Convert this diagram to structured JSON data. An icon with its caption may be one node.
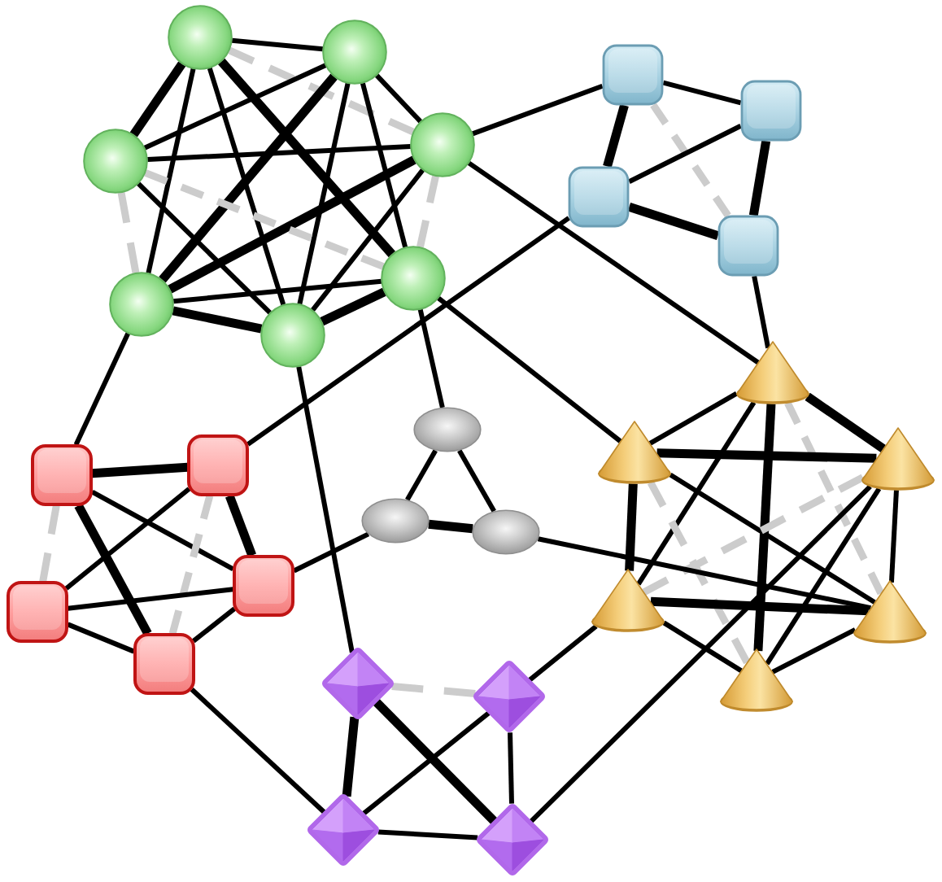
{
  "diagram": {
    "nodes": [
      {
        "text": [],
        "shape": "circle"
      },
      {
        "text": [],
        "shape": "circle"
      },
      {
        "text": [],
        "shape": "circle"
      },
      {
        "text": [],
        "shape": "circle"
      },
      {
        "text": [],
        "shape": "circle"
      },
      {
        "text": [],
        "shape": "circle"
      },
      {
        "text": [],
        "shape": "circle"
      },
      {
        "text": [],
        "shape": "box"
      },
      {
        "text": [],
        "shape": "box"
      },
      {
        "text": [],
        "shape": "box"
      },
      {
        "text": [],
        "shape": "box"
      },
      {
        "text": [],
        "shape": "box"
      },
      {
        "text": [],
        "shape": "box"
      },
      {
        "text": [],
        "shape": "box"
      },
      {
        "text": [],
        "shape": "box"
      },
      {
        "text": [],
        "shape": "box"
      },
      {
        "text": [],
        "shape": "ellipse"
      },
      {
        "text": [],
        "shape": "ellipse"
      },
      {
        "text": [],
        "shape": "ellipse"
      },
      {
        "text": [],
        "shape": "cone"
      },
      {
        "text": [],
        "shape": "cone"
      },
      {
        "text": [],
        "shape": "cone"
      },
      {
        "text": [],
        "shape": "cone"
      },
      {
        "text": [],
        "shape": "cone"
      },
      {
        "text": [],
        "shape": "cone"
      },
      {
        "text": [],
        "shape": "diamond"
      },
      {
        "text": [],
        "shape": "diamond"
      },
      {
        "text": [],
        "shape": "diamond"
      },
      {
        "text": [],
        "shape": "diamond"
      }
    ],
    "edges": [
      {
        "from": 0,
        "to": 1,
        "arrow": "none"
      },
      {
        "from": 0,
        "to": 2,
        "arrow": "none",
        "style": "dashed",
        "color": "#cccccc"
      },
      {
        "from": 0,
        "to": 3,
        "arrow": "none",
        "style": "thick"
      },
      {
        "from": 0,
        "to": 4,
        "arrow": "none",
        "style": "thick"
      },
      {
        "from": 0,
        "to": 5,
        "arrow": "none"
      },
      {
        "from": 0,
        "to": 6,
        "arrow": "none"
      },
      {
        "from": 1,
        "to": 2,
        "arrow": "none"
      },
      {
        "from": 1,
        "to": 3,
        "arrow": "none"
      },
      {
        "from": 1,
        "to": 4,
        "arrow": "none"
      },
      {
        "from": 1,
        "to": 5,
        "arrow": "none",
        "style": "thick"
      },
      {
        "from": 1,
        "to": 6,
        "arrow": "none"
      },
      {
        "from": 2,
        "to": 3,
        "arrow": "none"
      },
      {
        "from": 2,
        "to": 4,
        "arrow": "none",
        "style": "dashed",
        "color": "#cccccc"
      },
      {
        "from": 2,
        "to": 5,
        "arrow": "none",
        "style": "thick"
      },
      {
        "from": 2,
        "to": 6,
        "arrow": "none"
      },
      {
        "from": 3,
        "to": 4,
        "arrow": "none",
        "style": "dashed",
        "color": "#cccccc"
      },
      {
        "from": 3,
        "to": 5,
        "arrow": "none",
        "style": "dashed",
        "color": "#cccccc"
      },
      {
        "from": 3,
        "to": 6,
        "arrow": "none"
      },
      {
        "from": 4,
        "to": 5,
        "arrow": "none"
      },
      {
        "from": 4,
        "to": 6,
        "arrow": "none",
        "style": "thick"
      },
      {
        "from": 5,
        "to": 6,
        "arrow": "none",
        "style": "thick"
      },
      {
        "from": 7,
        "to": 8,
        "arrow": "none"
      },
      {
        "from": 7,
        "to": 9,
        "arrow": "none",
        "style": "thick"
      },
      {
        "from": 7,
        "to": 10,
        "arrow": "none",
        "style": "dashed",
        "color": "#cccccc"
      },
      {
        "from": 8,
        "to": 9,
        "arrow": "none"
      },
      {
        "from": 8,
        "to": 10,
        "arrow": "none",
        "style": "thick"
      },
      {
        "from": 9,
        "to": 10,
        "arrow": "none",
        "style": "thick"
      },
      {
        "from": 11,
        "to": 12,
        "arrow": "none",
        "style": "thick"
      },
      {
        "from": 11,
        "to": 13,
        "arrow": "none",
        "style": "dashed",
        "color": "#cccccc"
      },
      {
        "from": 11,
        "to": 14,
        "arrow": "none"
      },
      {
        "from": 11,
        "to": 15,
        "arrow": "none",
        "style": "thick"
      },
      {
        "from": 12,
        "to": 13,
        "arrow": "none"
      },
      {
        "from": 12,
        "to": 14,
        "arrow": "none",
        "style": "thick"
      },
      {
        "from": 12,
        "to": 15,
        "arrow": "none",
        "style": "dashed",
        "color": "#cccccc"
      },
      {
        "from": 13,
        "to": 14,
        "arrow": "none"
      },
      {
        "from": 13,
        "to": 15,
        "arrow": "none"
      },
      {
        "from": 14,
        "to": 15,
        "arrow": "none"
      },
      {
        "from": 16,
        "to": 17,
        "arrow": "none"
      },
      {
        "from": 16,
        "to": 18,
        "arrow": "none"
      },
      {
        "from": 17,
        "to": 18,
        "arrow": "none",
        "style": "thick"
      },
      {
        "from": 19,
        "to": 20,
        "arrow": "none"
      },
      {
        "from": 19,
        "to": 21,
        "arrow": "none",
        "style": "thick"
      },
      {
        "from": 19,
        "to": 22,
        "arrow": "none"
      },
      {
        "from": 19,
        "to": 23,
        "arrow": "none",
        "style": "dashed",
        "color": "#cccccc"
      },
      {
        "from": 19,
        "to": 24,
        "arrow": "none",
        "style": "thick"
      },
      {
        "from": 20,
        "to": 21,
        "arrow": "none",
        "style": "thick"
      },
      {
        "from": 20,
        "to": 22,
        "arrow": "none",
        "style": "thick"
      },
      {
        "from": 20,
        "to": 23,
        "arrow": "none"
      },
      {
        "from": 20,
        "to": 24,
        "arrow": "none",
        "style": "dashed",
        "color": "#cccccc"
      },
      {
        "from": 21,
        "to": 22,
        "arrow": "none",
        "style": "dashed",
        "color": "#cccccc"
      },
      {
        "from": 21,
        "to": 23,
        "arrow": "none"
      },
      {
        "from": 21,
        "to": 24,
        "arrow": "none"
      },
      {
        "from": 22,
        "to": 23,
        "arrow": "none",
        "style": "thick"
      },
      {
        "from": 22,
        "to": 24,
        "arrow": "none"
      },
      {
        "from": 23,
        "to": 24,
        "arrow": "none"
      },
      {
        "from": 25,
        "to": 26,
        "arrow": "none",
        "style": "dashed",
        "color": "#cccccc"
      },
      {
        "from": 25,
        "to": 27,
        "arrow": "none",
        "style": "thick"
      },
      {
        "from": 25,
        "to": 28,
        "arrow": "none",
        "style": "thick"
      },
      {
        "from": 26,
        "to": 27,
        "arrow": "none"
      },
      {
        "from": 26,
        "to": 28,
        "arrow": "none"
      },
      {
        "from": 27,
        "to": 28,
        "arrow": "none"
      },
      {
        "from": 2,
        "to": 7,
        "arrow": "none"
      },
      {
        "from": 2,
        "to": 19,
        "arrow": "none"
      },
      {
        "from": 4,
        "to": 16,
        "arrow": "none"
      },
      {
        "from": 4,
        "to": 20,
        "arrow": "none"
      },
      {
        "from": 5,
        "to": 11,
        "arrow": "none"
      },
      {
        "from": 6,
        "to": 25,
        "arrow": "none"
      },
      {
        "from": 9,
        "to": 12,
        "arrow": "none"
      },
      {
        "from": 10,
        "to": 19,
        "arrow": "none"
      },
      {
        "from": 14,
        "to": 17,
        "arrow": "none"
      },
      {
        "from": 15,
        "to": 27,
        "arrow": "none"
      },
      {
        "from": 18,
        "to": 23,
        "arrow": "none"
      },
      {
        "from": 22,
        "to": 26,
        "arrow": "none"
      },
      {
        "from": 21,
        "to": 28,
        "arrow": "none"
      }
    ]
  }
}
